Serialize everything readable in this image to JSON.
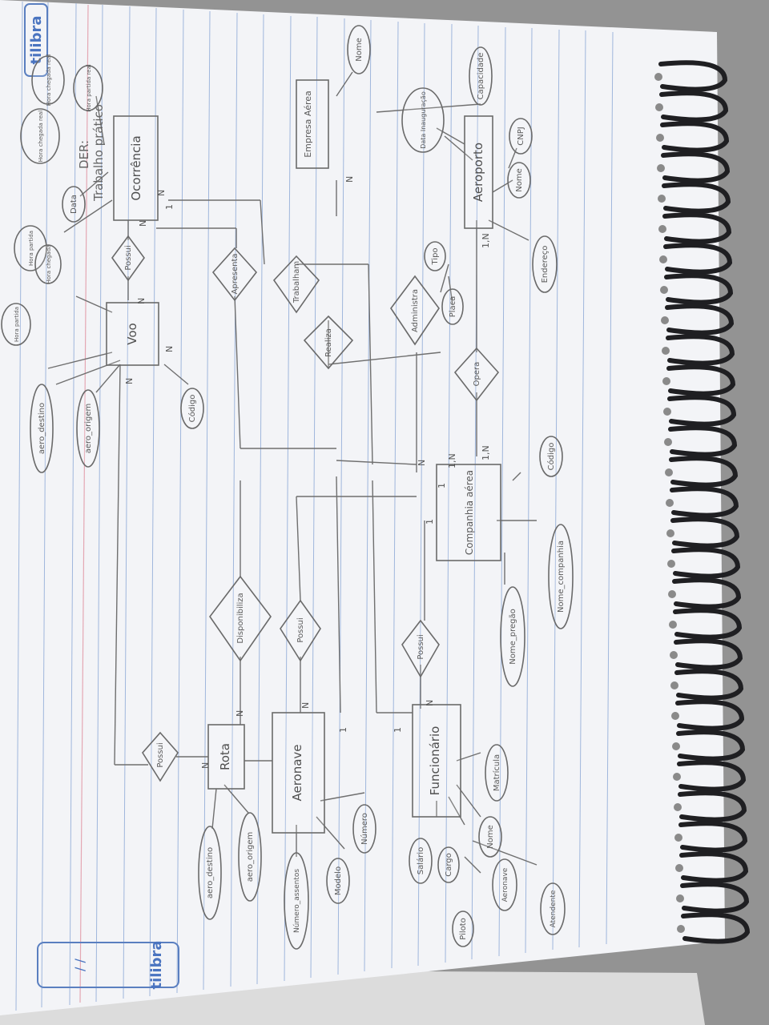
{
  "notebook": {
    "brand": "tilibra",
    "page_mark": "/ /",
    "header_line1": "Trabalho prático",
    "header_line2": "DER:"
  },
  "diagram": {
    "entities": [
      {
        "id": "ocorrencia",
        "label": "Ocorrência"
      },
      {
        "id": "voo",
        "label": "Voo"
      },
      {
        "id": "aeroporto",
        "label": "Aeroporto"
      },
      {
        "id": "empresa_aerea",
        "label": "Empresa Aérea"
      },
      {
        "id": "companhia_aerea",
        "label": "Companhia aérea"
      },
      {
        "id": "funcionario",
        "label": "Funcionário"
      },
      {
        "id": "aeronave",
        "label": "Aeronave"
      },
      {
        "id": "rota",
        "label": "Rota"
      }
    ],
    "relationships": [
      {
        "id": "r_possui_oc",
        "label": "Possui"
      },
      {
        "id": "r_apresenta",
        "label": "Apresenta"
      },
      {
        "id": "r_trabalham",
        "label": "Trabalham"
      },
      {
        "id": "r_realiza",
        "label": "Realiza"
      },
      {
        "id": "r_administra",
        "label": "Administra"
      },
      {
        "id": "r_opera",
        "label": "Opera"
      },
      {
        "id": "r_disponibiliza",
        "label": "Disponibiliza"
      },
      {
        "id": "r_possui_an",
        "label": "Possui"
      },
      {
        "id": "r_possui_fn",
        "label": "Possui"
      },
      {
        "id": "r_possui_rt",
        "label": "Possui"
      }
    ],
    "attributes": [
      {
        "id": "a_nome_top",
        "label": "Nome"
      },
      {
        "id": "a_capacidade",
        "label": "Capacidade"
      },
      {
        "id": "a_data_inaug",
        "label": "Data Inauguração"
      },
      {
        "id": "a_cnpj",
        "label": "CNPJ"
      },
      {
        "id": "a_nome_aero",
        "label": "Nome"
      },
      {
        "id": "a_endereco",
        "label": "Endereço"
      },
      {
        "id": "a_tipo",
        "label": "Tipo"
      },
      {
        "id": "a_placa",
        "label": "Placa"
      },
      {
        "id": "a_hora_partida",
        "label": "Hora partida real"
      },
      {
        "id": "a_hora_chegada",
        "label": "Hora chegada real"
      },
      {
        "id": "a_hora_chegada2",
        "label": "Hora chegada real"
      },
      {
        "id": "a_data",
        "label": "Data"
      },
      {
        "id": "a_hora_partida2",
        "label": "Hora partida"
      },
      {
        "id": "a_hora_chegada3",
        "label": "Hora chegada"
      },
      {
        "id": "a_hora_partida3",
        "label": "Hora partida"
      },
      {
        "id": "a_codigo_voo",
        "label": "Código"
      },
      {
        "id": "a_origem_voo",
        "label": "aero_origem"
      },
      {
        "id": "a_destino_voo",
        "label": "aero_destino"
      },
      {
        "id": "a_codigo_comp",
        "label": "Código"
      },
      {
        "id": "a_nome_companhia",
        "label": "Nome_companhia"
      },
      {
        "id": "a_nome_pregao",
        "label": "Nome_pregão"
      },
      {
        "id": "a_matricula",
        "label": "Matrícula"
      },
      {
        "id": "a_nome_func",
        "label": "Nome"
      },
      {
        "id": "a_cargo",
        "label": "Cargo"
      },
      {
        "id": "a_aeronave_attr",
        "label": "Aeronave"
      },
      {
        "id": "a_piloto",
        "label": "Piloto"
      },
      {
        "id": "a_atendente",
        "label": "Atendente"
      },
      {
        "id": "a_salario",
        "label": "Salário"
      },
      {
        "id": "a_numero",
        "label": "Número"
      },
      {
        "id": "a_modelo",
        "label": "Modelo"
      },
      {
        "id": "a_numero_assentos",
        "label": "Número_assentos"
      },
      {
        "id": "a_origem_rota",
        "label": "aero_origem"
      },
      {
        "id": "a_destino_rota",
        "label": "aero_destino"
      }
    ],
    "cardinalities": [
      {
        "id": "c1",
        "label": "N"
      },
      {
        "id": "c2",
        "label": "N"
      },
      {
        "id": "c3",
        "label": "1"
      },
      {
        "id": "c4",
        "label": "N"
      },
      {
        "id": "c5",
        "label": "1,N"
      },
      {
        "id": "c6",
        "label": "1,N"
      },
      {
        "id": "c7",
        "label": "N"
      },
      {
        "id": "c8",
        "label": "1,N"
      },
      {
        "id": "c9",
        "label": "N"
      },
      {
        "id": "c10",
        "label": "1"
      },
      {
        "id": "c11",
        "label": "1"
      },
      {
        "id": "c12",
        "label": "N"
      },
      {
        "id": "c13",
        "label": "N"
      },
      {
        "id": "c14",
        "label": "N"
      },
      {
        "id": "c15",
        "label": "N"
      },
      {
        "id": "c16",
        "label": "1"
      },
      {
        "id": "c17",
        "label": "N"
      },
      {
        "id": "c18",
        "label": "N"
      },
      {
        "id": "c19",
        "label": "1"
      }
    ]
  }
}
